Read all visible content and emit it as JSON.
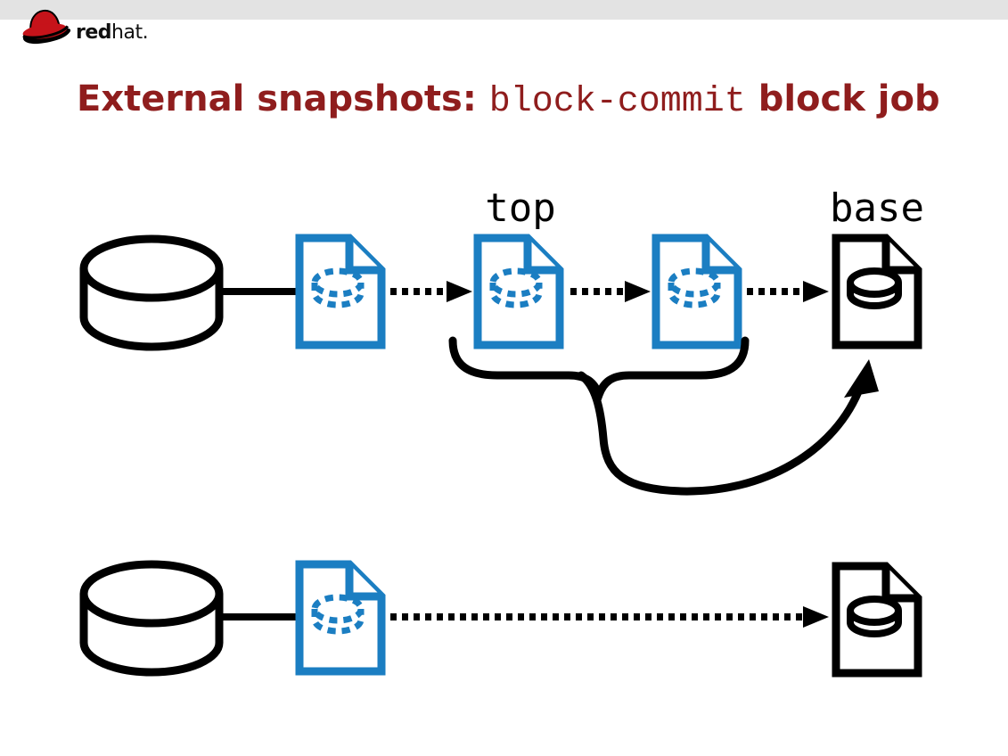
{
  "slide": {
    "logo": {
      "brand_bold": "red",
      "brand_regular": "hat."
    },
    "title": {
      "prefix": "External snapshots: ",
      "code": "block-commit",
      "suffix": " block job"
    }
  },
  "diagram": {
    "labels": {
      "top": "top",
      "base": "base"
    },
    "rows": [
      {
        "name": "snapshot-chain-before-commit",
        "nodes": [
          "disk",
          "overlay-file",
          "overlay-file:top",
          "overlay-file",
          "base-file:base"
        ],
        "annotation": "brace under the two overlay files with curved arrow merging them into base"
      },
      {
        "name": "snapshot-chain-after-commit",
        "nodes": [
          "disk",
          "overlay-file",
          "base-file"
        ]
      }
    ],
    "icons": {
      "disk": "disk-cylinder-icon",
      "overlay_file": "overlay-file-icon (dashed disk glyph)",
      "base_file": "base-file-icon (solid disk glyph)",
      "logo": "redhat-fedora-icon"
    }
  },
  "colors": {
    "accent_blue": "#1b7ec2",
    "title_red": "#8f1d1d",
    "logo_red": "#c6131a",
    "header_gray": "#e3e3e3",
    "ink": "#000000"
  }
}
